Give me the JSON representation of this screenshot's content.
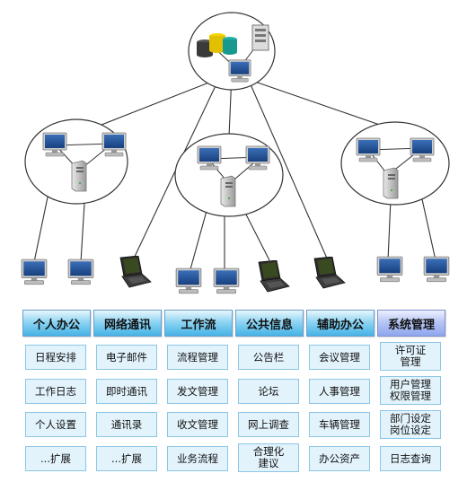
{
  "colors": {
    "header_blue": "#45b3e6",
    "header_last": "#8ea6ee",
    "cell_bg": "#e3f3fc",
    "cell_border": "#8cc6e6",
    "line": "#333333"
  },
  "icons": [
    "server-icon",
    "database-icon",
    "desktop-computer-icon",
    "laptop-icon",
    "tower-server-icon"
  ],
  "columns": [
    {
      "header": "个人办公",
      "items": [
        "日程安排",
        "工作日志",
        "个人设置",
        "...扩展"
      ]
    },
    {
      "header": "网络通讯",
      "items": [
        "电子邮件",
        "即时通讯",
        "通讯录",
        "...扩展"
      ]
    },
    {
      "header": "工作流",
      "items": [
        "流程管理",
        "发文管理",
        "收文管理",
        "业务流程"
      ]
    },
    {
      "header": "公共信息",
      "items": [
        "公告栏",
        "论坛",
        "网上调查",
        "合理化\n建议"
      ]
    },
    {
      "header": "辅助办公",
      "items": [
        "会议管理",
        "人事管理",
        "车辆管理",
        "办公资产"
      ]
    },
    {
      "header": "系统管理",
      "items": [
        "许可证\n管理",
        "用户管理\n权限管理",
        "部门设定\n岗位设定",
        "日志查询"
      ]
    }
  ]
}
